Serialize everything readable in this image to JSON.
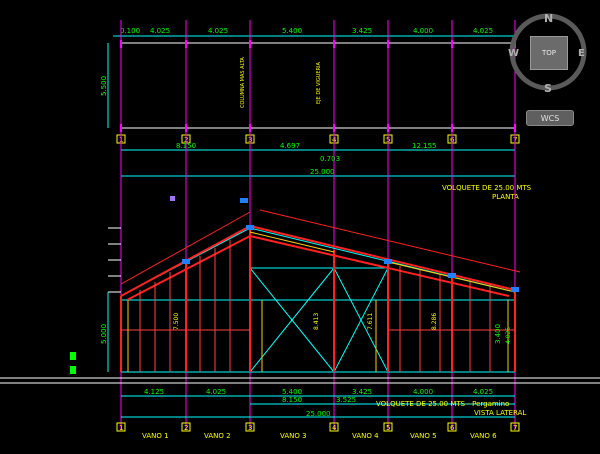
{
  "plan": {
    "top_dims": [
      "0.100",
      "4.025",
      "4.025",
      "5.400",
      "3.425",
      "4.000",
      "4.025"
    ],
    "height_dim": "5.500",
    "sub_dims": [
      "8.150",
      "4.697",
      "12.155"
    ],
    "mid_dim": "0.703",
    "total_dim": "25.000",
    "note_col": "COLUMNA MAS ALTA",
    "note_axis": "EJE DE VIGUERIA",
    "title_line1": "VOLQUETE DE 25.00 MTS",
    "title_line2": "PLANTA"
  },
  "elevation": {
    "height_dim_left": "5.000",
    "height_dim_right": "3.400",
    "height_dim_right2": "4.025",
    "inner_dims": [
      "7.500",
      "7.611",
      "8.286",
      "8.413"
    ],
    "bottom_dims": [
      "4.125",
      "4.025",
      "5.400",
      "3.425",
      "4.000",
      "4.025"
    ],
    "sub_dims": [
      "8.150",
      "3.525"
    ],
    "total_dim": "25.000",
    "title_line1": "VOLQUETE DE 25.00 MTS - Pergamino",
    "title_line2": "VISTA LATERAL"
  },
  "grid_labels": [
    "1",
    "2",
    "3",
    "4",
    "5",
    "6",
    "7"
  ],
  "bay_labels": [
    "VANO 1",
    "VANO 2",
    "VANO 3",
    "VANO 4",
    "VANO 5",
    "VANO 6"
  ],
  "viewcube": {
    "n": "N",
    "s": "S",
    "e": "E",
    "w": "W",
    "face": "TOP",
    "wcs": "WCS"
  }
}
